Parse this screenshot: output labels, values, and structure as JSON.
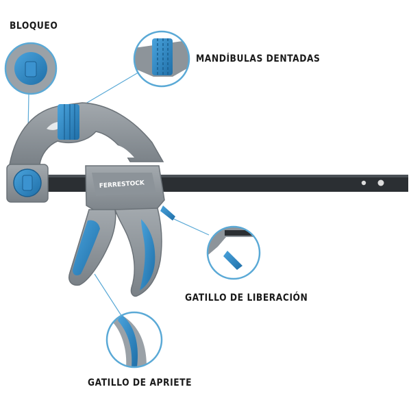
{
  "labels": {
    "bloqueo": "BLOQUEO",
    "mandibulas": "MANDÍBULAS DENTADAS",
    "liberacion": "GATILLO DE LIBERACIÓN",
    "apriete": "GATILLO DE APRIETE"
  },
  "brand": "FERRESTOCK",
  "colors": {
    "body_grey": "#8f969c",
    "body_dark": "#6e757b",
    "accent_blue": "#2f86c6",
    "bar": "#2b2f33",
    "callout_ring": "#5aa9d6"
  }
}
